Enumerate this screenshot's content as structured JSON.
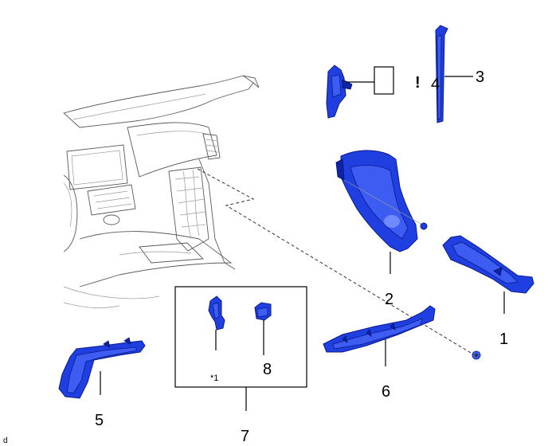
{
  "diagram": {
    "callouts": [
      {
        "id": "1",
        "label": "1"
      },
      {
        "id": "2",
        "label": "2"
      },
      {
        "id": "3",
        "label": "3"
      },
      {
        "id": "4",
        "label": "4"
      },
      {
        "id": "5",
        "label": "5"
      },
      {
        "id": "6",
        "label": "6"
      },
      {
        "id": "7",
        "label": "7"
      },
      {
        "id": "8",
        "label": "8"
      }
    ],
    "footnote_marker": "*1",
    "caution_symbol": "!",
    "corner_mark": "d",
    "colors": {
      "part_blue": "#1f3fe0",
      "part_outline": "#0a1a8c",
      "line_art": "#5a5a5a"
    }
  }
}
